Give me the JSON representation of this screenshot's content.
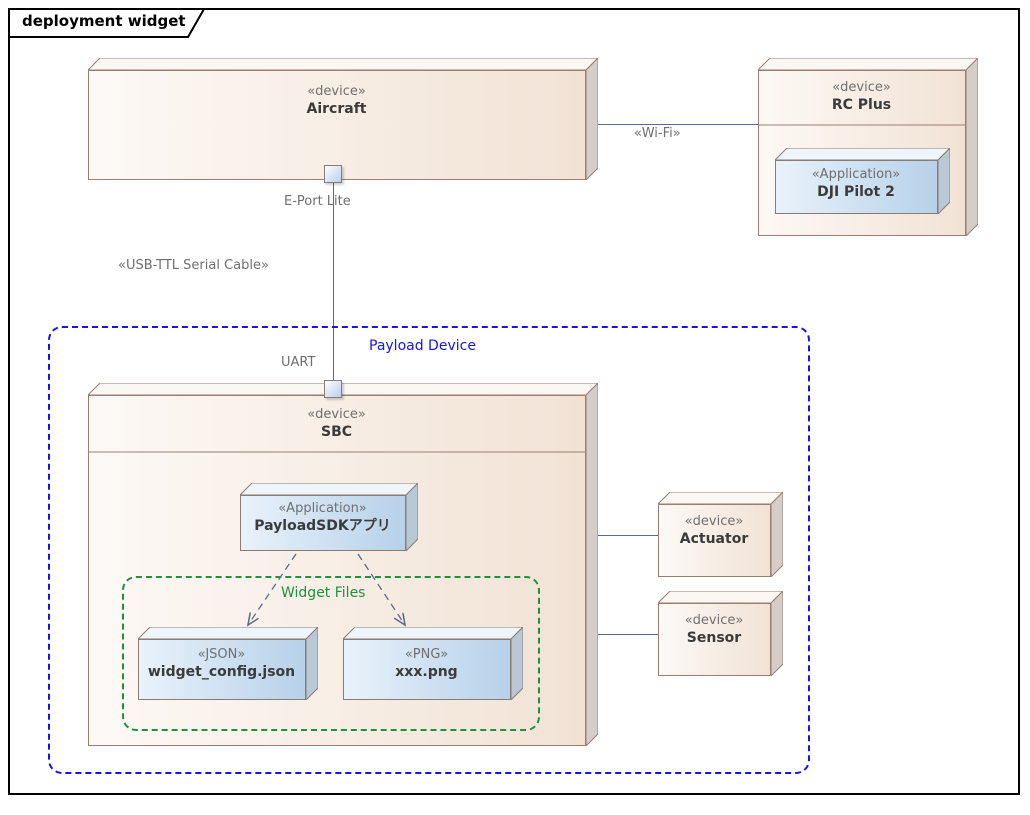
{
  "frame": {
    "title": "deployment widget"
  },
  "colors": {
    "device_fill_light": "#fdf8f4",
    "device_fill_dark": "#f0e0d2",
    "device_border": "#9b7d73",
    "app_fill_light": "#e8f1fb",
    "app_fill_dark": "#b8d3ea",
    "app_border": "#8c7b72",
    "connector": "#5a6b8c",
    "payload_boundary": "#1414f0",
    "widget_boundary": "#1f9040",
    "stereotype_text": "#706e6e",
    "name_text": "#3b3b3b"
  },
  "nodes": {
    "aircraft": {
      "stereotype": "«device»",
      "name": "Aircraft"
    },
    "rc_plus": {
      "stereotype": "«device»",
      "name": "RC Plus"
    },
    "dji_pilot": {
      "stereotype": "«Application»",
      "name": "DJI Pilot 2"
    },
    "sbc": {
      "stereotype": "«device»",
      "name": "SBC"
    },
    "payload_sdk_app": {
      "stereotype": "«Application»",
      "name": "PayloadSDKアプリ"
    },
    "widget_config": {
      "stereotype": "«JSON»",
      "name": "widget_config.json"
    },
    "xxx_png": {
      "stereotype": "«PNG»",
      "name": "xxx.png"
    },
    "actuator": {
      "stereotype": "«device»",
      "name": "Actuator"
    },
    "sensor": {
      "stereotype": "«device»",
      "name": "Sensor"
    }
  },
  "boundaries": {
    "payload_device": {
      "label": "Payload Device"
    },
    "widget_files": {
      "label": "Widget Files"
    }
  },
  "ports": {
    "e_port_lite": {
      "label": "E-Port Lite"
    },
    "uart": {
      "label": "UART"
    }
  },
  "connectors": {
    "wifi": {
      "label": "«Wi-Fi»"
    },
    "usb_ttl": {
      "label": "«USB-TTL Serial Cable»"
    }
  }
}
